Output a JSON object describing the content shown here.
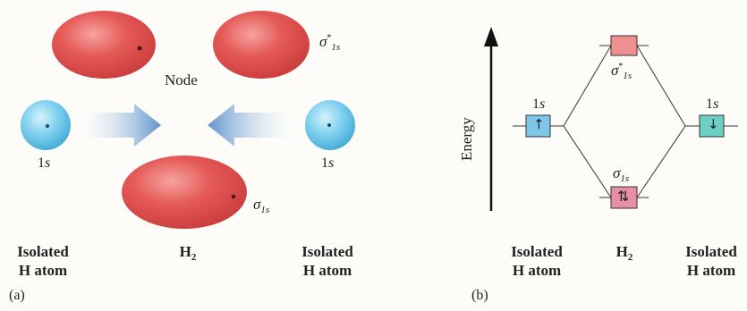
{
  "panel_a": {
    "label": "(a)",
    "node_label": "Node",
    "left_atom_orbital": {
      "main": "1",
      "sub": "s"
    },
    "right_atom_orbital": {
      "main": "1",
      "sub": "s"
    },
    "antibonding_label": {
      "symbol": "σ",
      "sup": "*",
      "sub": "1s"
    },
    "bonding_label": {
      "symbol": "σ",
      "sub": "1s"
    },
    "caption_left": [
      "Isolated",
      "H atom"
    ],
    "caption_center": {
      "main": "H",
      "sub": "2"
    },
    "caption_right": [
      "Isolated",
      "H atom"
    ],
    "colors": {
      "antibonding_lobe": "#e0494c",
      "atom_sphere": "#5cc3e6",
      "arrow": "#6f9fd1"
    }
  },
  "panel_b": {
    "label": "(b)",
    "axis_label": "Energy",
    "left_level": {
      "main": "1",
      "sub": "s",
      "electrons": "↑"
    },
    "right_level": {
      "main": "1",
      "sub": "s",
      "electrons": "↓"
    },
    "antibonding_level": {
      "symbol": "σ",
      "sup": "*",
      "sub": "1s",
      "electrons": ""
    },
    "bonding_level": {
      "symbol": "σ",
      "sub": "1s",
      "electrons": "⇅"
    },
    "caption_left": [
      "Isolated",
      "H atom"
    ],
    "caption_center": {
      "main": "H",
      "sub": "2"
    },
    "caption_right": [
      "Isolated",
      "H atom"
    ],
    "colors": {
      "atomic_box_left": "#7ec7e8",
      "atomic_box_right": "#6ecfc4",
      "antibonding_box": "#f08f8f",
      "bonding_box": "#e88fa6"
    }
  }
}
